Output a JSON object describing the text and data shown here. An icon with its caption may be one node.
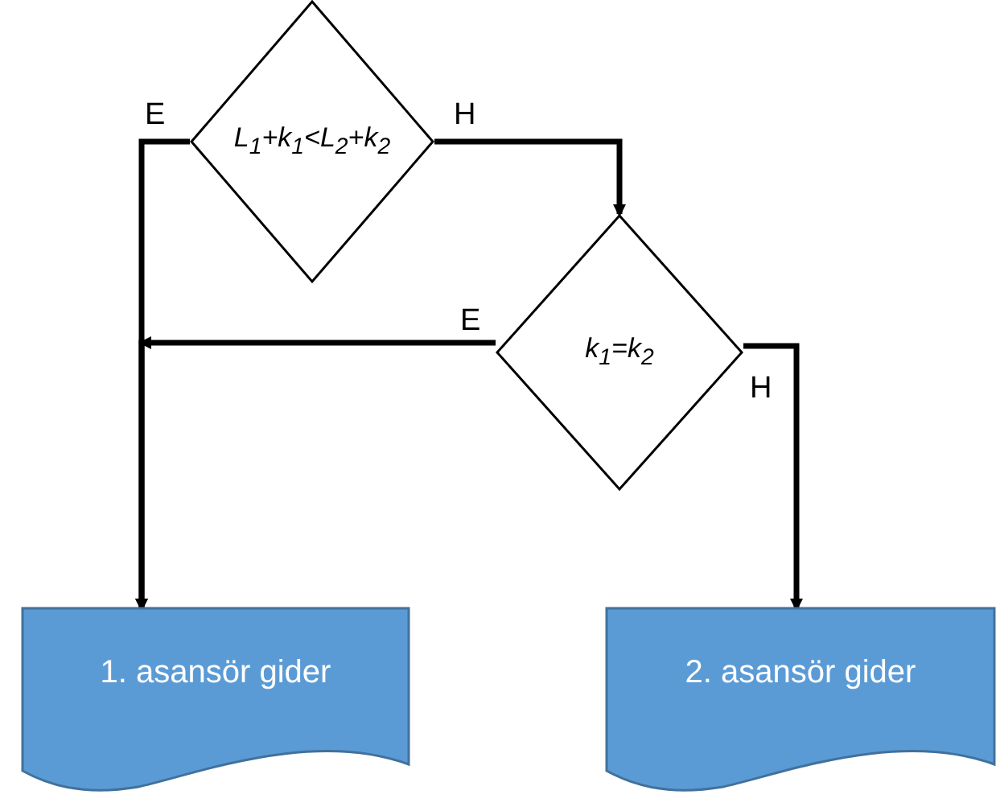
{
  "diagram": {
    "nodes": [
      {
        "text": [
          "L$_{1}$+k$_{1}$<L$_{2}$+k$_{2}$"
        ]
      },
      {
        "text": [
          "k$_{1}$=k$_{2}$"
        ]
      },
      {
        "text": [
          "1. asansör gider"
        ]
      },
      {
        "text": [
          "2. asansör gider"
        ]
      }
    ],
    "edges": [
      {
        "from": 0,
        "to": 2,
        "arrow": "to",
        "label": "E"
      },
      {
        "from": 0,
        "to": 1,
        "arrow": "to",
        "label": "H"
      },
      {
        "from": 1,
        "to": 2,
        "arrow": "to",
        "label": "E"
      },
      {
        "from": 1,
        "to": 3,
        "arrow": "to",
        "label": "H"
      }
    ]
  }
}
